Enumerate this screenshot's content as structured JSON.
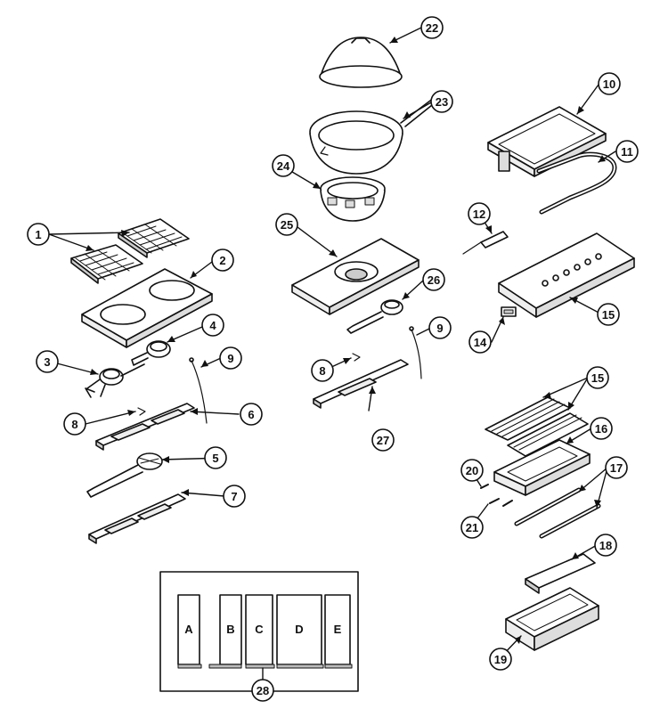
{
  "callouts": [
    {
      "id": "c1",
      "label": "1"
    },
    {
      "id": "c2",
      "label": "2"
    },
    {
      "id": "c3",
      "label": "3"
    },
    {
      "id": "c4",
      "label": "4"
    },
    {
      "id": "c5",
      "label": "5"
    },
    {
      "id": "c6",
      "label": "6"
    },
    {
      "id": "c7",
      "label": "7"
    },
    {
      "id": "c8a",
      "label": "8"
    },
    {
      "id": "c8b",
      "label": "8"
    },
    {
      "id": "c9a",
      "label": "9"
    },
    {
      "id": "c9b",
      "label": "9"
    },
    {
      "id": "c10",
      "label": "10"
    },
    {
      "id": "c11",
      "label": "11"
    },
    {
      "id": "c12",
      "label": "12"
    },
    {
      "id": "c14",
      "label": "14"
    },
    {
      "id": "c15a",
      "label": "15"
    },
    {
      "id": "c15b",
      "label": "15"
    },
    {
      "id": "c16",
      "label": "16"
    },
    {
      "id": "c17",
      "label": "17"
    },
    {
      "id": "c18",
      "label": "18"
    },
    {
      "id": "c19",
      "label": "19"
    },
    {
      "id": "c20",
      "label": "20"
    },
    {
      "id": "c21",
      "label": "21"
    },
    {
      "id": "c22",
      "label": "22"
    },
    {
      "id": "c23",
      "label": "23"
    },
    {
      "id": "c24",
      "label": "24"
    },
    {
      "id": "c25",
      "label": "25"
    },
    {
      "id": "c26",
      "label": "26"
    },
    {
      "id": "c27",
      "label": "27"
    },
    {
      "id": "c28",
      "label": "28"
    }
  ],
  "instruction_cards": [
    {
      "id": "A",
      "label": "A"
    },
    {
      "id": "B",
      "label": "B"
    },
    {
      "id": "C",
      "label": "C"
    },
    {
      "id": "D",
      "label": "D"
    },
    {
      "id": "E",
      "label": "E"
    }
  ],
  "colors": {
    "line": "#111111",
    "fill": "#ffffff",
    "shade": "#dddddd"
  }
}
